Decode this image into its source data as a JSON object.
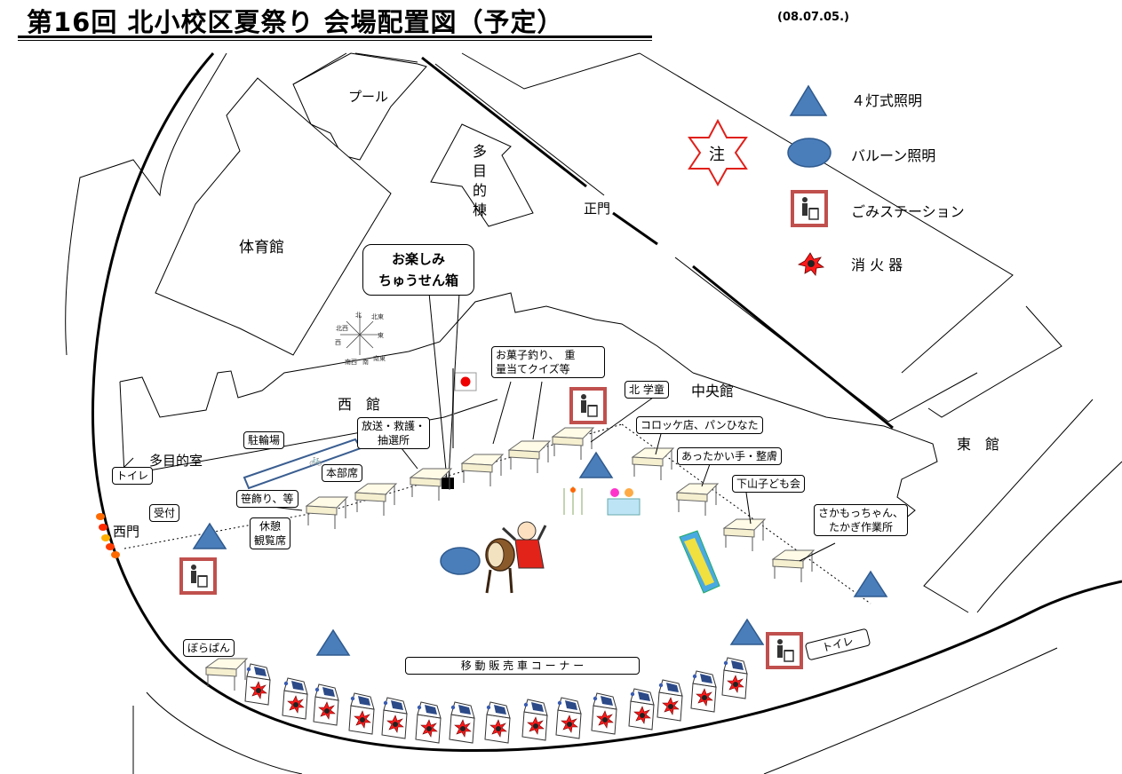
{
  "header": {
    "title": "第16回 北小校区夏祭り 会場配置図（予定）",
    "date": "(08.07.05.)"
  },
  "legend": {
    "lighting4": "４灯式照明",
    "balloon": "バルーン照明",
    "garbage": "ごみステーション",
    "extinguisher": "消 火 器",
    "caution_mark": "注",
    "colors": {
      "triangle": "#4a7ebb",
      "balloon": "#4a7ebb",
      "garbage_border": "#c0504d",
      "star": "#e0201a",
      "extinguisher": "#ff0000"
    }
  },
  "buildings": {
    "pool": "プール",
    "multi_bldg": [
      "多",
      "目",
      "的",
      "棟"
    ],
    "gym": "体育館",
    "main_gate": "正門",
    "west_bldg": "西　館",
    "central_bldg": "中央館",
    "east_bldg": "東　館",
    "multi_room": "多目的室",
    "west_gate": "西門"
  },
  "compass": {
    "n": "北",
    "ne": "北東",
    "nw": "北西",
    "w": "西",
    "e": "東",
    "sw": "南西",
    "s": "南",
    "se": "南東"
  },
  "labels": {
    "lottery": "お楽しみ\nちゅうせん箱",
    "candy": "お菓子釣り、　重\n量当てクイズ等",
    "broadcast": "放送・救護・\n抽選所",
    "bicycle": "駐輪場",
    "hq": "本部席",
    "decoration": "笹飾り、等",
    "rest": "休憩\n観覧席",
    "reception": "受付",
    "toilet_w": "トイレ",
    "toilet_e": "トイレ",
    "kita_gakudo": "北 学童",
    "croquette": "コロッケ店、パンひなた",
    "warm_hands": "あったかい手・整膚",
    "shimoyama": "下山子ども会",
    "sakamocchan": "さかもっちゃん、\nたかぎ作業所",
    "borapan": "ぼらぱん",
    "mobile_sales": "移 動 販 売 車 コ ー ナ ー"
  }
}
